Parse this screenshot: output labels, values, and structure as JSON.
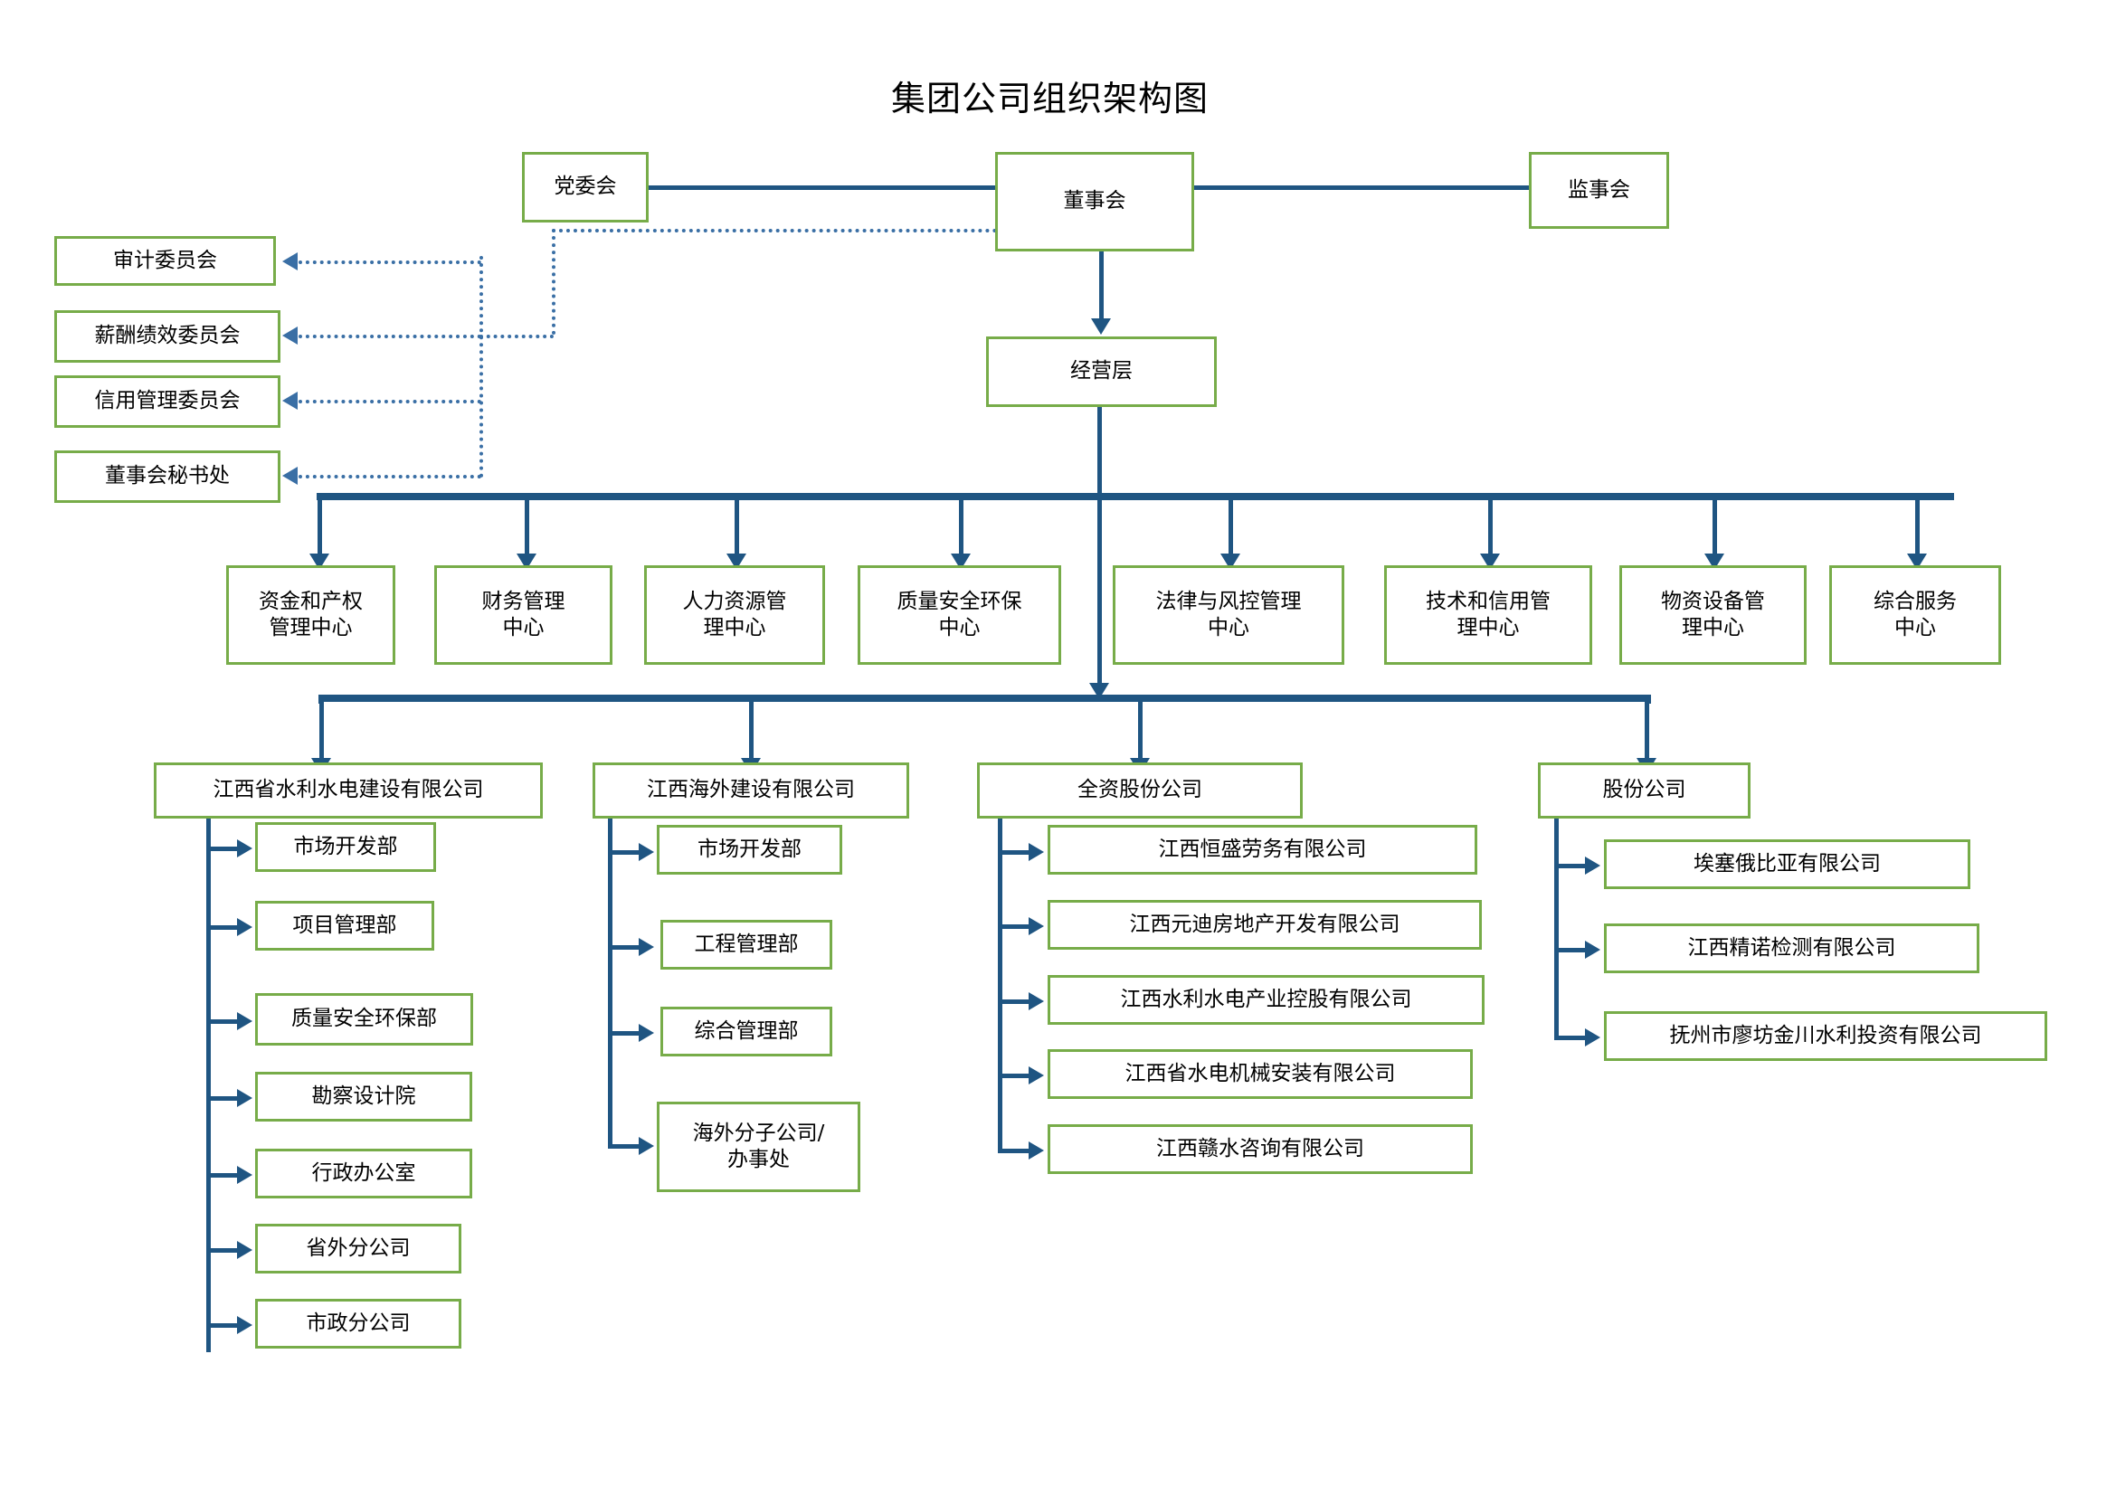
{
  "chart_title": "集团公司组织架构图",
  "colors": {
    "box_border": "#77ac49",
    "connector": "#1f5582",
    "dotted_connector": "#3a6fa5",
    "background": "#ffffff",
    "text": "#000000"
  },
  "top": {
    "party_committee": "党委会",
    "board_of_directors": "董事会",
    "supervisory_board": "监事会",
    "management_layer": "经营层"
  },
  "committees": [
    {
      "label": "审计委员会"
    },
    {
      "label": "薪酬绩效委员会"
    },
    {
      "label": "信用管理委员会"
    },
    {
      "label": "董事会秘书处"
    }
  ],
  "centers": [
    {
      "label": "资金和产权管理中心",
      "line1": "资金和产权",
      "line2": "管理中心"
    },
    {
      "label": "财务管理中心",
      "line1": "财务管理",
      "line2": "中心"
    },
    {
      "label": "人力资源管理中心",
      "line1": "人力资源管",
      "line2": "理中心"
    },
    {
      "label": "质量安全环保中心",
      "line1": "质量安全环保",
      "line2": "中心"
    },
    {
      "label": "法律与风控管理中心",
      "line1": "法律与风控管理",
      "line2": "中心"
    },
    {
      "label": "技术和信用管理中心",
      "line1": "技术和信用管",
      "line2": "理中心"
    },
    {
      "label": "物资设备管理中心",
      "line1": "物资设备管",
      "line2": "理中心"
    },
    {
      "label": "综合服务中心",
      "line1": "综合服务",
      "line2": "中心"
    }
  ],
  "subsidiaries": [
    {
      "name": "江西省水利水电建设有限公司",
      "children": [
        {
          "label": "市场开发部"
        },
        {
          "label": "项目管理部"
        },
        {
          "label": "质量安全环保部"
        },
        {
          "label": "勘察设计院"
        },
        {
          "label": "行政办公室"
        },
        {
          "label": "省外分公司"
        },
        {
          "label": "市政分公司"
        }
      ]
    },
    {
      "name": "江西海外建设有限公司",
      "children": [
        {
          "label": "市场开发部"
        },
        {
          "label": "工程管理部"
        },
        {
          "label": "综合管理部"
        },
        {
          "label": "海外分子公司/办事处",
          "line1": "海外分子公司/",
          "line2": "办事处"
        }
      ]
    },
    {
      "name": "全资股份公司",
      "children": [
        {
          "label": "江西恒盛劳务有限公司"
        },
        {
          "label": "江西元迪房地产开发有限公司"
        },
        {
          "label": "江西水利水电产业控股有限公司"
        },
        {
          "label": "江西省水电机械安装有限公司"
        },
        {
          "label": "江西赣水咨询有限公司"
        }
      ]
    },
    {
      "name": "股份公司",
      "children": [
        {
          "label": "埃塞俄比亚有限公司"
        },
        {
          "label": "江西精诺检测有限公司"
        },
        {
          "label": "抚州市廖坊金川水利投资有限公司"
        }
      ]
    }
  ]
}
